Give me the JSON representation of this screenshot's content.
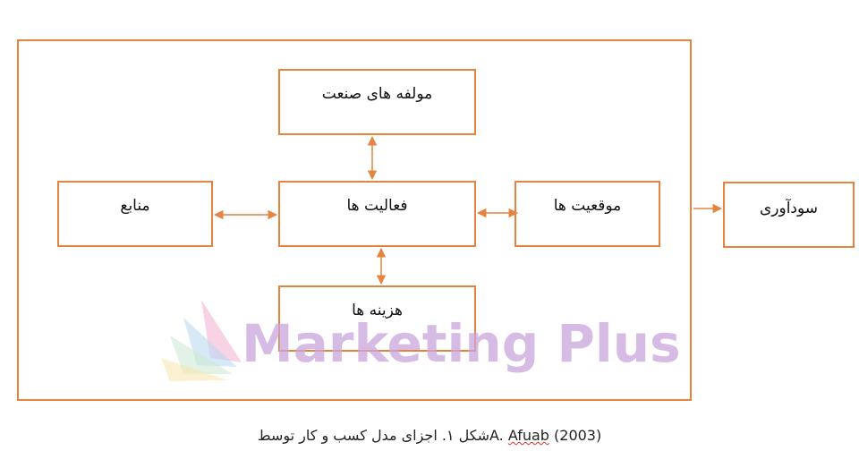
{
  "diagram": {
    "boxes": {
      "industry": "مولفه های صنعت",
      "resources": "منابع",
      "activities": "فعالیت ها",
      "position": "موقعیت ها",
      "costs": "هزینه ها",
      "profit": "سودآوری"
    },
    "colors": {
      "border": "#e6843f",
      "arrow": "#e6843f"
    }
  },
  "watermark": {
    "text": "Marketing Plus"
  },
  "caption": {
    "prefix": "A. ",
    "reference": "Afuab",
    "suffix": " (2003)",
    "persian": "شکل ۱. اجزای مدل کسب و کار توسط"
  }
}
